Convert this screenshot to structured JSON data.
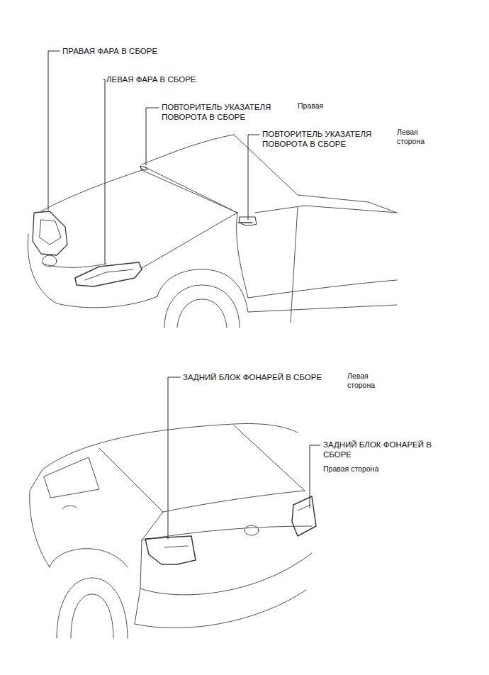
{
  "diagram": {
    "labels": [
      "ПРАВАЯ ФАРА В СБОРЕ",
      "ЛЕВАЯ ФАРА В СБОРЕ",
      "ПОВТОРИТЕЛЬ УКАЗАТЕЛЯ ПОВОРОТА В СБОРЕ",
      "Правая",
      "ПОВТОРИТЕЛЬ УКАЗАТЕЛЯ ПОВОРОТА В СБОРЕ",
      "Левая сторона",
      "ЗАДНИЙ БЛОК ФОНАРЕЙ В СБОРЕ",
      "Левая сторона",
      "ЗАДНИЙ БЛОК ФОНАРЕЙ В СБОРЕ",
      "Правая сторона"
    ]
  }
}
